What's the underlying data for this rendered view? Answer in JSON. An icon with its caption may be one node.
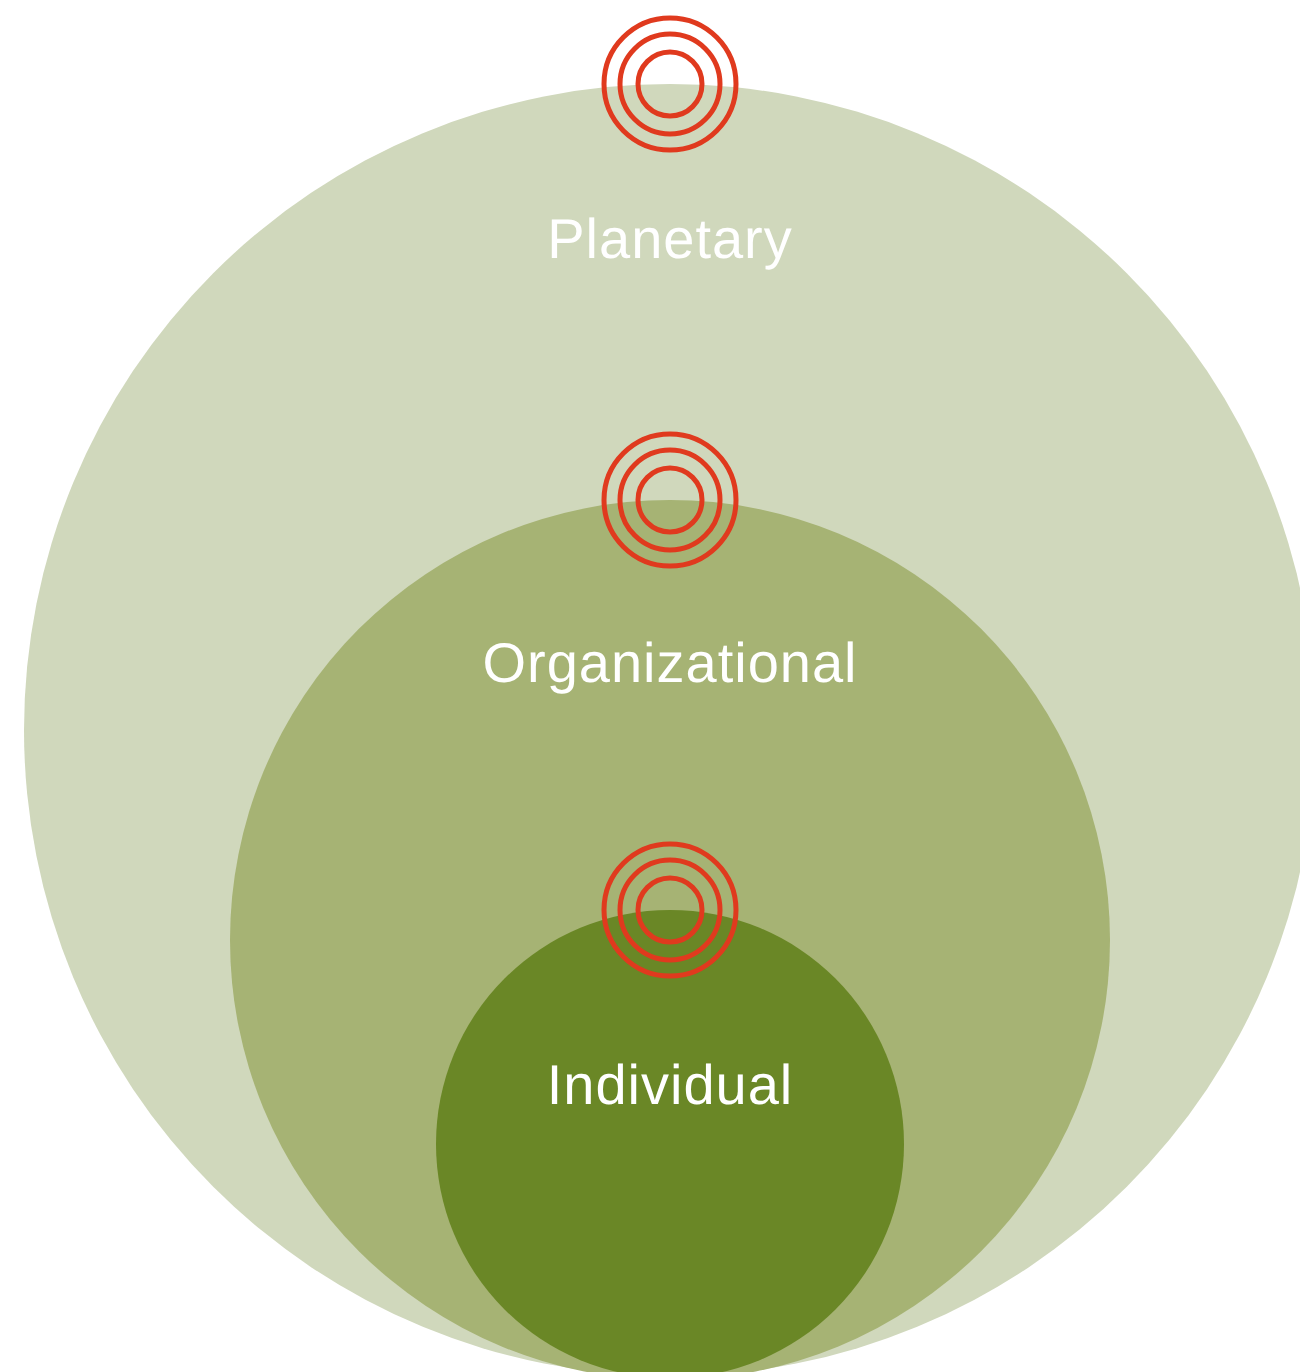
{
  "diagram": {
    "nodes": [
      {
        "text": [
          "Planetary"
        ]
      },
      {
        "text": [
          "Organizational"
        ],
        "in": 0
      },
      {
        "text": [
          "Individual"
        ],
        "in": 1
      }
    ]
  }
}
